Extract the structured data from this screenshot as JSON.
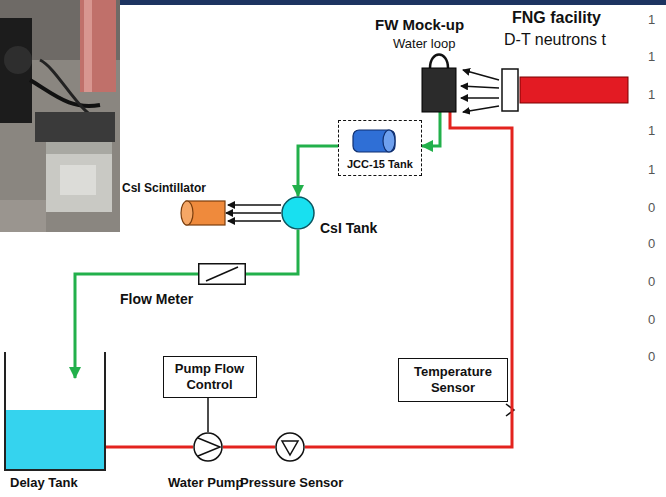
{
  "diagram": {
    "nodes": [
      {
        "text": [
          "FW Mock-up",
          "Water loop"
        ]
      },
      {
        "text": [
          "FNG facility",
          "D-T neutrons t"
        ]
      },
      {
        "text": [
          "JCC-15 Tank"
        ]
      },
      {
        "text": [
          "CsI Scintillator"
        ]
      },
      {
        "text": [
          "CsI Tank"
        ]
      },
      {
        "text": [
          "Flow Meter"
        ]
      },
      {
        "text": [
          "Pump Flow Control"
        ]
      },
      {
        "text": [
          "Temperature Sensor"
        ]
      },
      {
        "text": [
          "Delay Tank"
        ]
      },
      {
        "text": [
          "Water Pump"
        ]
      },
      {
        "text": [
          "Pressure Sensor"
        ]
      }
    ],
    "edges": [
      {
        "from": 0,
        "to": 2,
        "arrow": "to"
      },
      {
        "from": 2,
        "to": 4,
        "arrow": "to"
      },
      {
        "from": 4,
        "to": 3,
        "arrow": "to"
      },
      {
        "from": 4,
        "to": 5,
        "arrow": "none"
      },
      {
        "from": 5,
        "to": 8,
        "arrow": "to"
      },
      {
        "from": 8,
        "to": 9,
        "arrow": "none"
      },
      {
        "from": 6,
        "to": 9,
        "arrow": "none"
      },
      {
        "from": 9,
        "to": 10,
        "arrow": "none"
      },
      {
        "from": 10,
        "to": 0,
        "arrow": "none"
      }
    ],
    "labels": [
      "1",
      "1",
      "1",
      "1",
      "1",
      "0",
      "0",
      "0",
      "0",
      "0"
    ]
  }
}
